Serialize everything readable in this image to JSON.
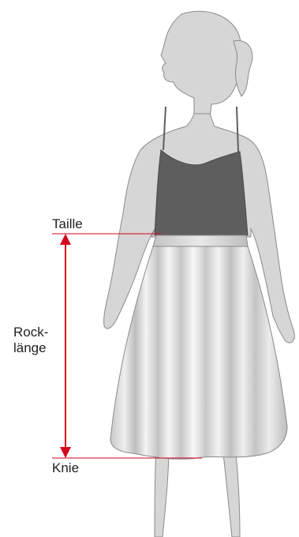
{
  "labels": {
    "waist": "Taille",
    "skirt_length_line1": "Rock-",
    "skirt_length_line2": "länge",
    "knee": "Knie"
  },
  "colors": {
    "measure_line": "#d3061e",
    "body": "#d6d6d6",
    "body_outline": "#8a8a8a",
    "top": "#5e5e5e",
    "skirt_light": "#f2f2f2",
    "skirt_shadow": "#b9b9b9"
  }
}
